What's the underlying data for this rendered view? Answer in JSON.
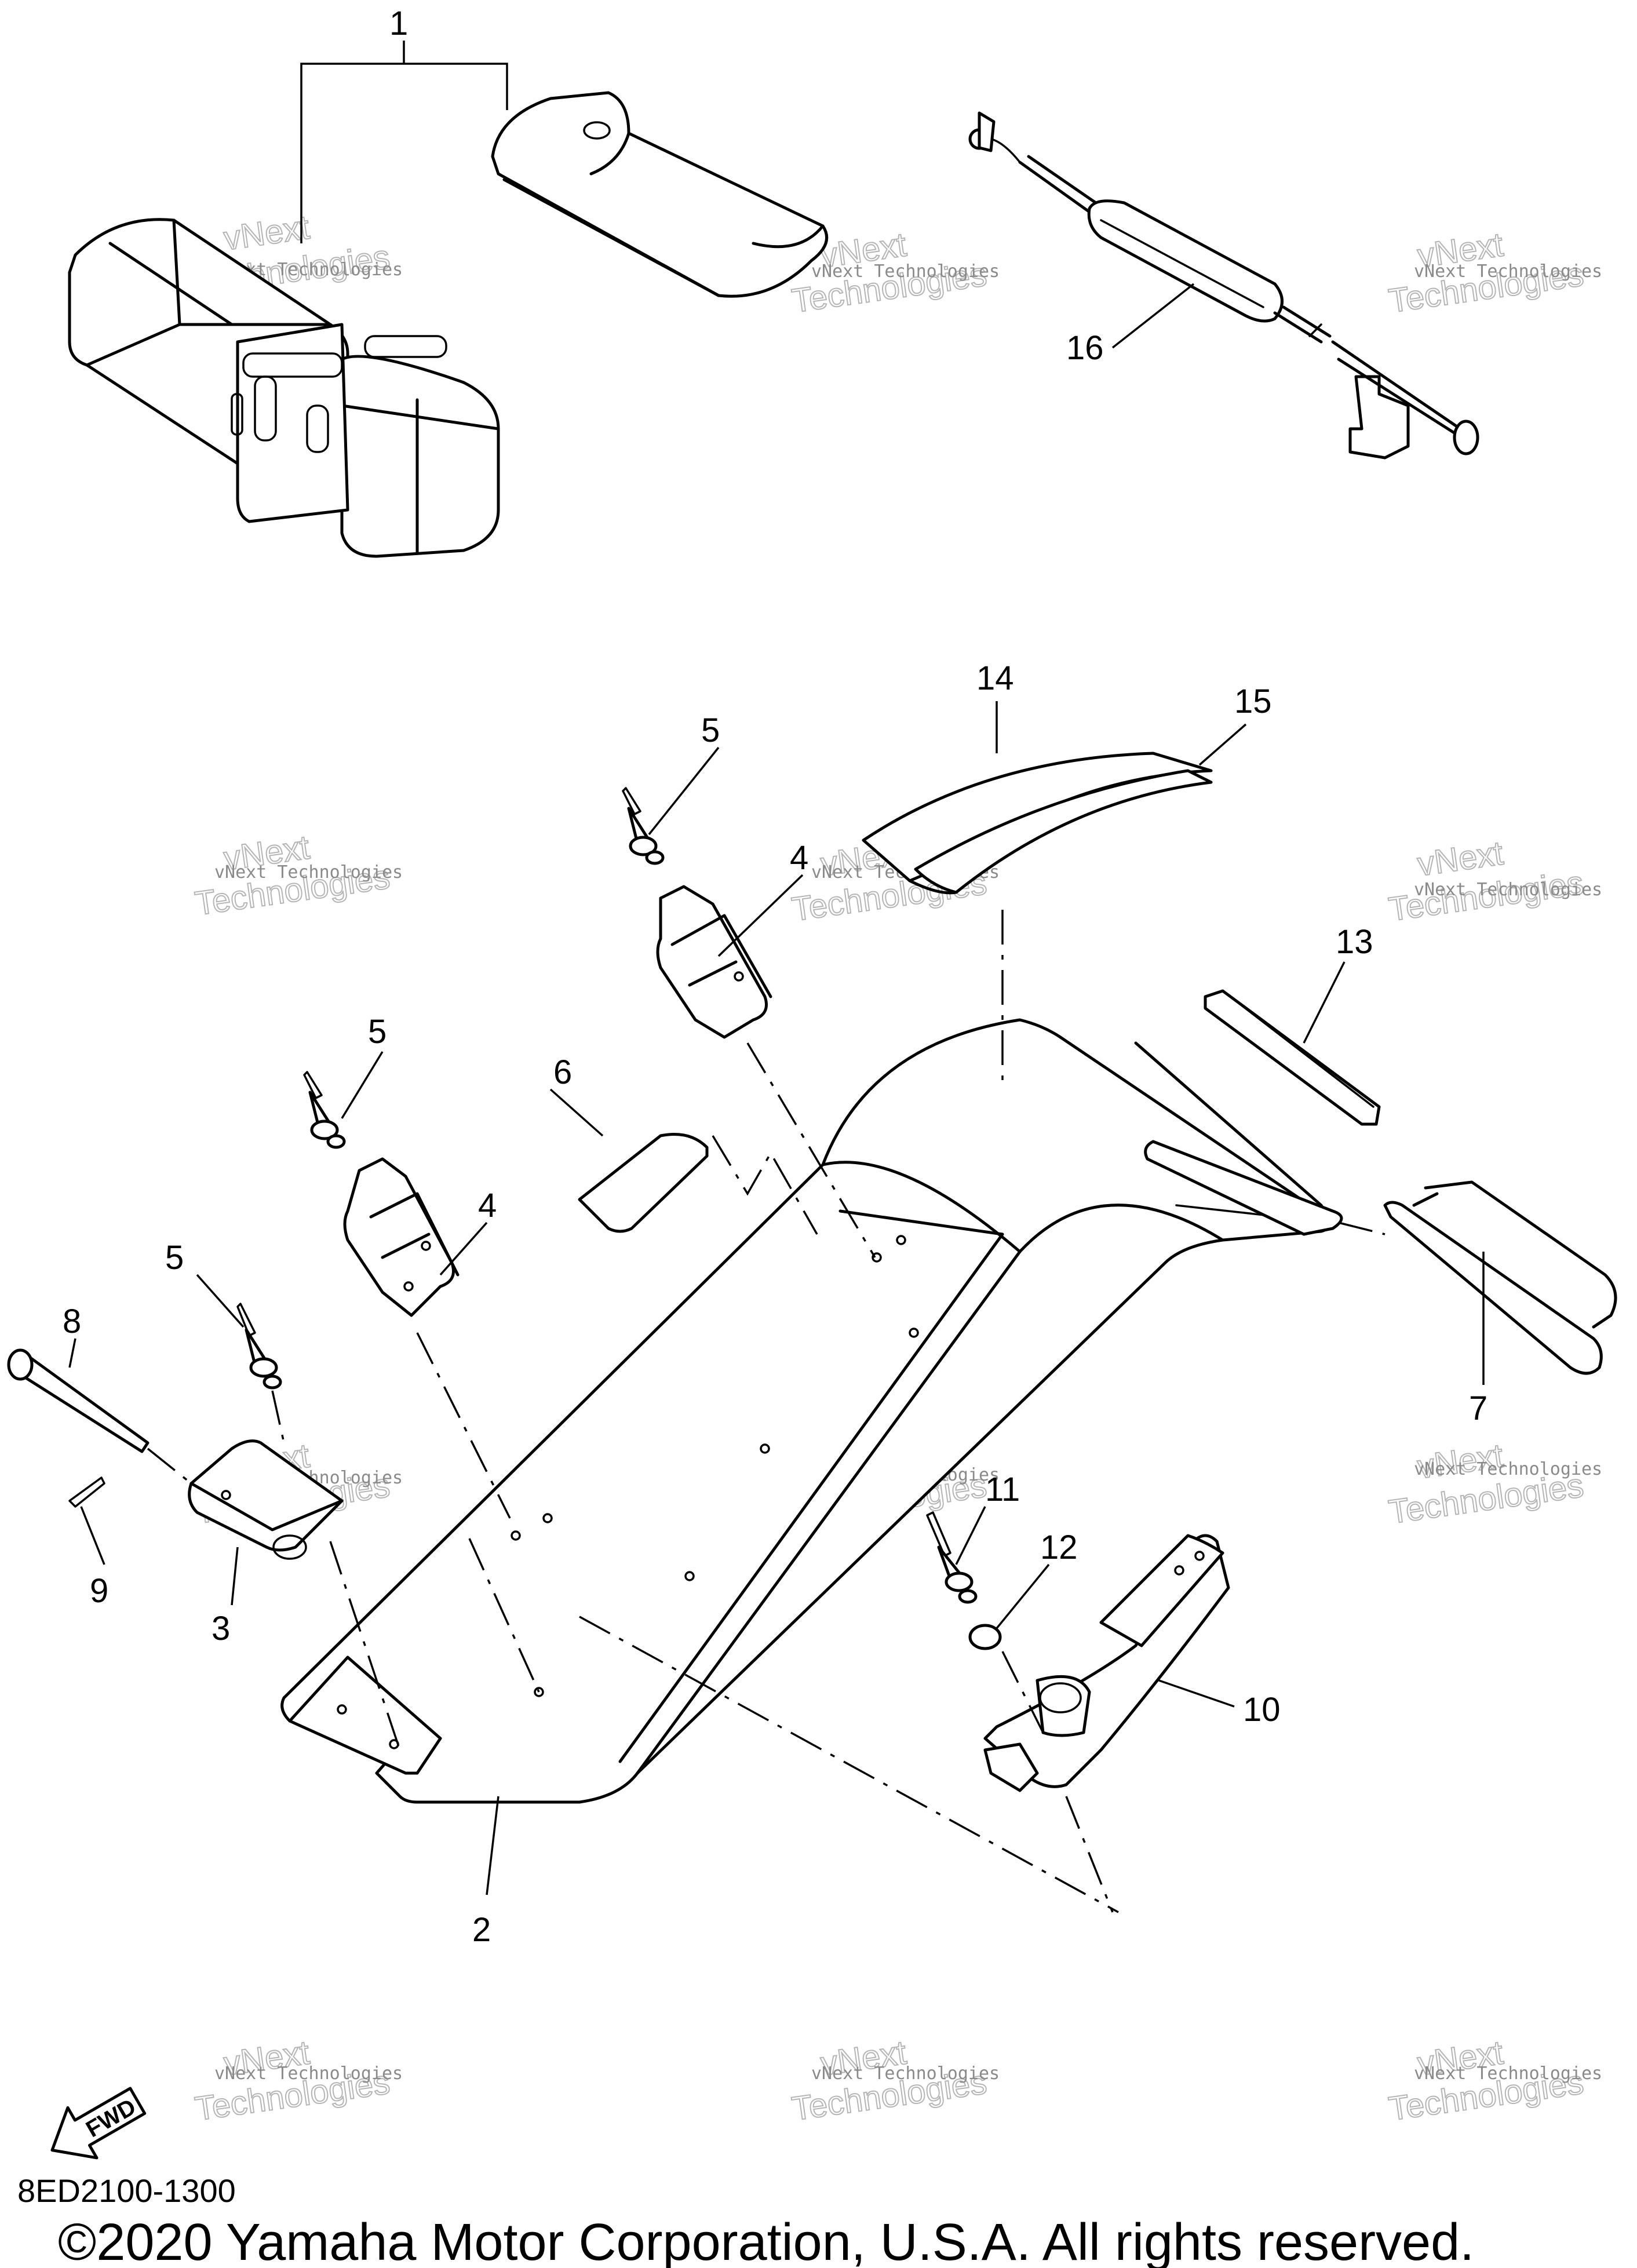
{
  "callouts": {
    "c1": "1",
    "c2": "2",
    "c3": "3",
    "c4a": "4",
    "c4b": "4",
    "c5a": "5",
    "c5b": "5",
    "c5c": "5",
    "c6": "6",
    "c7": "7",
    "c8": "8",
    "c9": "9",
    "c10": "10",
    "c11": "11",
    "c12": "12",
    "c13": "13",
    "c14": "14",
    "c15": "15",
    "c16": "16"
  },
  "watermark": {
    "line_small": "vNext Technologies",
    "big_top": "vNext",
    "big_bottom": "Technologies"
  },
  "fwd_label": "FWD",
  "diagram_code": "8ED2100-1300",
  "copyright": "©2020 Yamaha Motor Corporation, U.S.A. All rights reserved."
}
